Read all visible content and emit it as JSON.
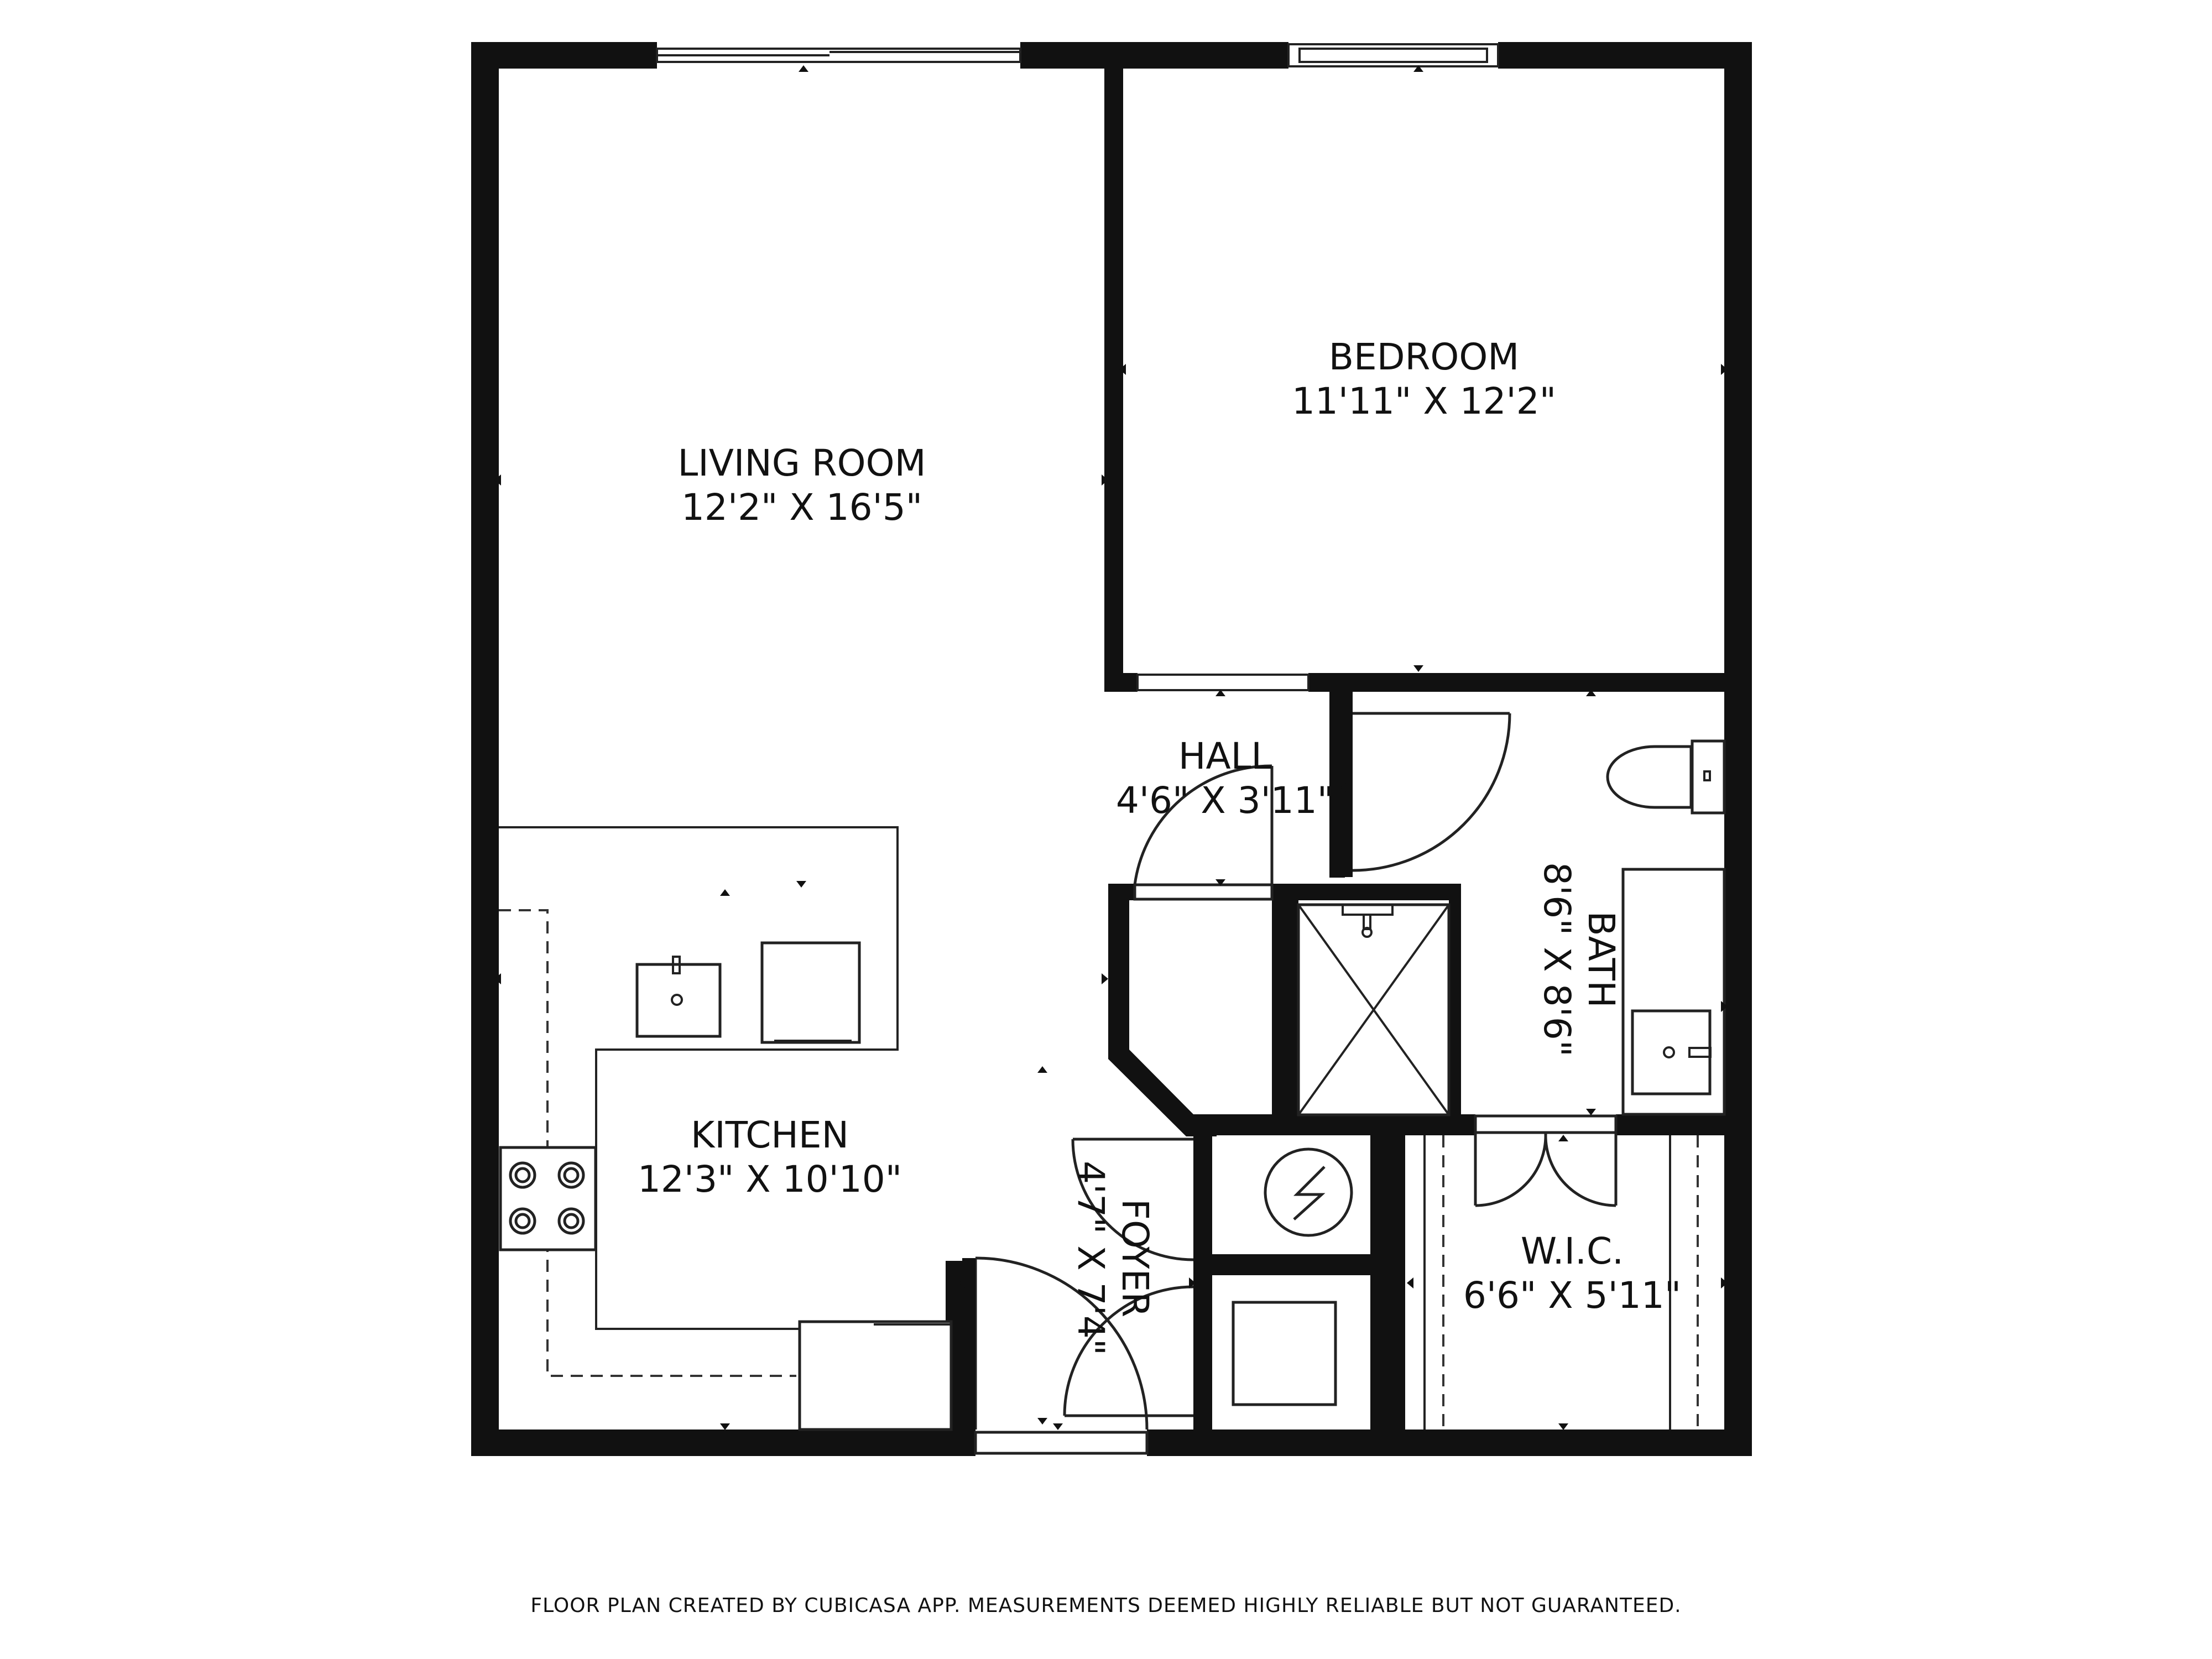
{
  "rooms": {
    "living_room": {
      "name": "LIVING ROOM",
      "dims": "12'2\" X 16'5\""
    },
    "bedroom": {
      "name": "BEDROOM",
      "dims": "11'11\" X 12'2\""
    },
    "hall": {
      "name": "HALL",
      "dims": "4'6\" X 3'11\""
    },
    "bath": {
      "name": "BATH",
      "dims": "8'6\" X 8'6\""
    },
    "kitchen": {
      "name": "KITCHEN",
      "dims": "12'3\" X 10'10\""
    },
    "foyer": {
      "name": "FOYER",
      "dims": "4'7\" X 7'4\""
    },
    "wic": {
      "name": "W.I.C.",
      "dims": "6'6\" X 5'11\""
    }
  },
  "footer": "FLOOR PLAN CREATED BY CUBICASA APP. MEASUREMENTS DEEMED HIGHLY RELIABLE BUT NOT GUARANTEED.",
  "colors": {
    "wall": "#111111",
    "background": "#ffffff"
  }
}
